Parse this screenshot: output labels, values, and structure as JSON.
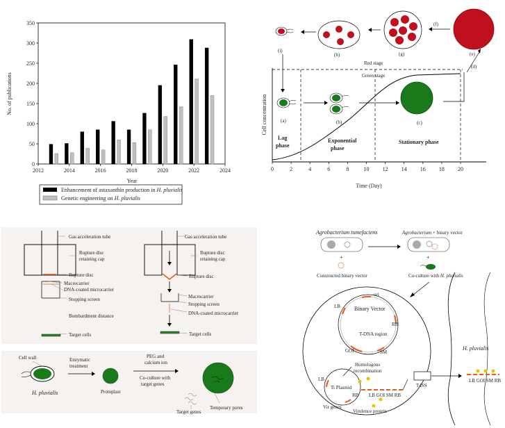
{
  "chart_data": {
    "type": "bar",
    "ylabel": "No. of publications",
    "xlabel": "Year",
    "xlim": [
      2012,
      2024
    ],
    "ylim": [
      0,
      350
    ],
    "x_ticks": [
      "2012",
      "2014",
      "2016",
      "2018",
      "2020",
      "2022",
      "2024"
    ],
    "y_ticks": [
      "0",
      "50",
      "100",
      "150",
      "200",
      "250",
      "300",
      "350"
    ],
    "grid": false,
    "legend_position": "bottom",
    "categories": [
      2013,
      2014,
      2015,
      2016,
      2017,
      2018,
      2019,
      2020,
      2021,
      2022,
      2023
    ],
    "series": [
      {
        "name": "Enhancement of astaxanthin production in H. pluvialis",
        "color": "#000000",
        "values": [
          49,
          51,
          80,
          85,
          106,
          85,
          126,
          195,
          246,
          309,
          288
        ]
      },
      {
        "name": "Genetic engineering on H. pluvialis",
        "color": "#c0c0c0",
        "values": [
          26,
          28,
          39,
          35,
          60,
          53,
          85,
          118,
          142,
          211,
          170
        ]
      }
    ]
  },
  "legend": {
    "item1_prefix": "Enhancement of astaxanthin production in ",
    "item1_species": "H. pluvialis",
    "item2_prefix": "Genetic engineering on ",
    "item2_species": "H. pluvialis"
  },
  "growth": {
    "ylabel": "Cell concentration",
    "xlabel": "Time (Day)",
    "x_ticks": [
      "0",
      "2",
      "4",
      "6",
      "8",
      "10",
      "12",
      "14",
      "16",
      "18",
      "20"
    ],
    "red_stage": "Red stage",
    "green_stage": "Green stage",
    "lag1": "Lag",
    "lag2": "phase",
    "exp1": "Exponential",
    "exp2": "phase",
    "stat": "Stationary phase",
    "labels": {
      "a": "(a)",
      "b": "(b)",
      "c": "(c)",
      "d": "(d)",
      "e": "(e)",
      "f": "(f)",
      "g": "(g)",
      "h": "(h)",
      "i": "(i)",
      "b2": "(b)"
    },
    "green": "#1a7a1a",
    "red": "#c0101e"
  },
  "biolistic": {
    "tube1": "Gas acceleration tube",
    "cap1a": "Rupture disc",
    "cap1b": "retaining cap",
    "disc1": "Rupture disc",
    "macro1": "Macrocarrier",
    "dna1": "DNA-coated microcarrier",
    "stop1": "Stopping screen",
    "dist": "Bombardment distance",
    "target1": "Target cells",
    "tube2": "Gas acceleration tube",
    "cap2a": "Rupture disc",
    "cap2b": "retaining cap",
    "disc2": "Rupture disc",
    "macro2": "Macrocarrier",
    "stop2": "Stopping screen",
    "dna2": "DNA-coated microcarrier",
    "target2": "Target cells"
  },
  "protoplast": {
    "cell_wall": "Cell wall",
    "enz1": "Enzymatic",
    "enz2": "treatment",
    "protoplast": "Protoplast",
    "peg1": "PEG and",
    "peg2": "calcium ion",
    "cc1": "Co-culture with",
    "cc2": "target genes",
    "species": "H. pluvialis",
    "genes": "Target genes",
    "pores": "Temporary pores"
  },
  "agro": {
    "agrobacterium": "Agrobacterium tumefaciens",
    "agro_binary_species": "Agrobacterium",
    "agro_binary_suffix": " + binary vector",
    "plus": "+",
    "plus2": "+",
    "constructed": "Constructed binary vector",
    "coculture_prefix": "Co-culture with ",
    "coculture_species": "H. pluvialis",
    "ori": "ori",
    "binary_vector": "Binary Vector",
    "lb": "LB",
    "rb": "RB",
    "tdna": "T-DNA region",
    "goi": "GOI",
    "sm": "SM",
    "homologous1": "Homologous",
    "homologous2": "recombination",
    "ti": "Ti Plasmid",
    "lb2": "LB",
    "rb2": "RB",
    "vir": "Vir genes",
    "virulence": "Virulence protein",
    "seq": "LB  GOI  SM  RB",
    "t4ss": "T4SS",
    "hp": "H. pluvialis",
    "seq2": "LB  GOI  SM  RB"
  }
}
